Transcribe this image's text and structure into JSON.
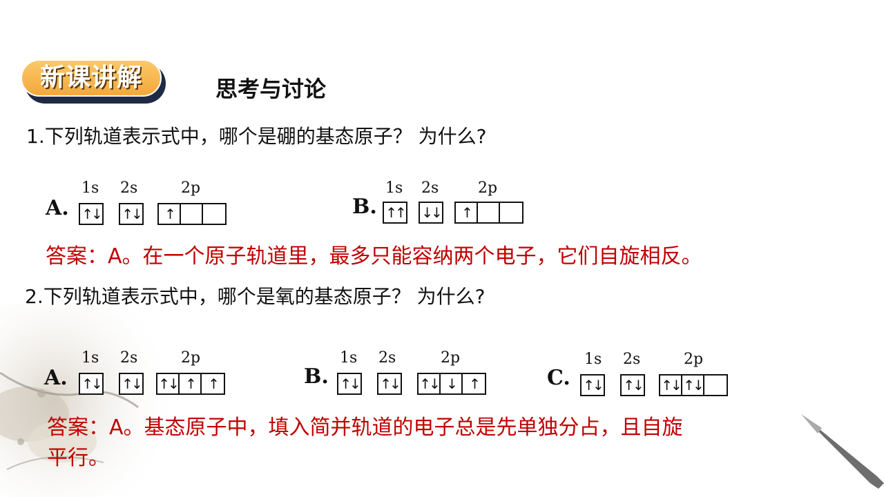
{
  "badge": {
    "label": "新课讲解"
  },
  "section_title": "思考与讨论",
  "question1": {
    "text": "1.下列轨道表示式中，哪个是硼的基态原子？ 为什么?",
    "options": [
      {
        "letter": "A.",
        "labels": [
          "1s",
          "2s",
          "2p"
        ],
        "s1": "↑↓",
        "s2": "↑↓",
        "p": [
          "↑",
          "",
          ""
        ]
      },
      {
        "letter": "B.",
        "labels": [
          "1s",
          "2s",
          "2p"
        ],
        "s1": "↑↑",
        "s2": "↓↓",
        "p": [
          "↑",
          "",
          ""
        ]
      }
    ],
    "answer": "答案：A。在一个原子轨道里，最多只能容纳两个电子，它们自旋相反。"
  },
  "question2": {
    "text": "2.下列轨道表示式中，哪个是氧的基态原子？ 为什么?",
    "options": [
      {
        "letter": "A.",
        "labels": [
          "1s",
          "2s",
          "2p"
        ],
        "s1": "↑↓",
        "s2": "↑↓",
        "p": [
          "↑↓",
          "↑",
          "↑"
        ]
      },
      {
        "letter": "B.",
        "labels": [
          "1s",
          "2s",
          "2p"
        ],
        "s1": "↑↓",
        "s2": "↑↓",
        "p": [
          "↑↓",
          "↓",
          "↑"
        ]
      },
      {
        "letter": "C.",
        "labels": [
          "1s",
          "2s",
          "2p"
        ],
        "s1": "↑↓",
        "s2": "↑↓",
        "p": [
          "↑↓",
          "↑↓",
          ""
        ]
      }
    ],
    "answer_line1": "答案：A。基态原子中，填入简并轨道的电子总是先单独分占，且自旋",
    "answer_line2": "平行。"
  }
}
